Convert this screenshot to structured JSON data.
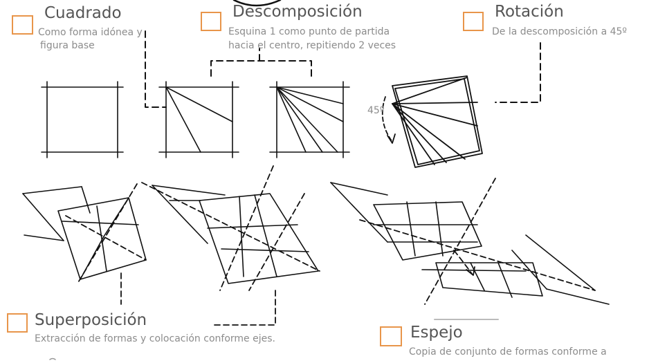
{
  "colors": {
    "accent": "#e8954a",
    "ink": "#111111",
    "title": "#555555",
    "text": "#8c8c8c"
  },
  "labels": {
    "cuadrado": {
      "title": "Cuadrado",
      "desc1": "Como forma idónea  y",
      "desc2": "figura base"
    },
    "descomposicion": {
      "title": "Descomposición",
      "desc1": "Esquina 1 como punto de partida",
      "desc2": "hacia el centro, repitiendo 2 veces"
    },
    "rotacion": {
      "title": "Rotación",
      "desc1": "De la descomposición a 45º"
    },
    "superposicion": {
      "title": "Superposición",
      "desc1": "Extracción de formas y colocación conforme ejes."
    },
    "espejo": {
      "title": "Espejo",
      "desc1": "Copia de conjunto de formas conforme a"
    }
  },
  "angle_label": "45º"
}
